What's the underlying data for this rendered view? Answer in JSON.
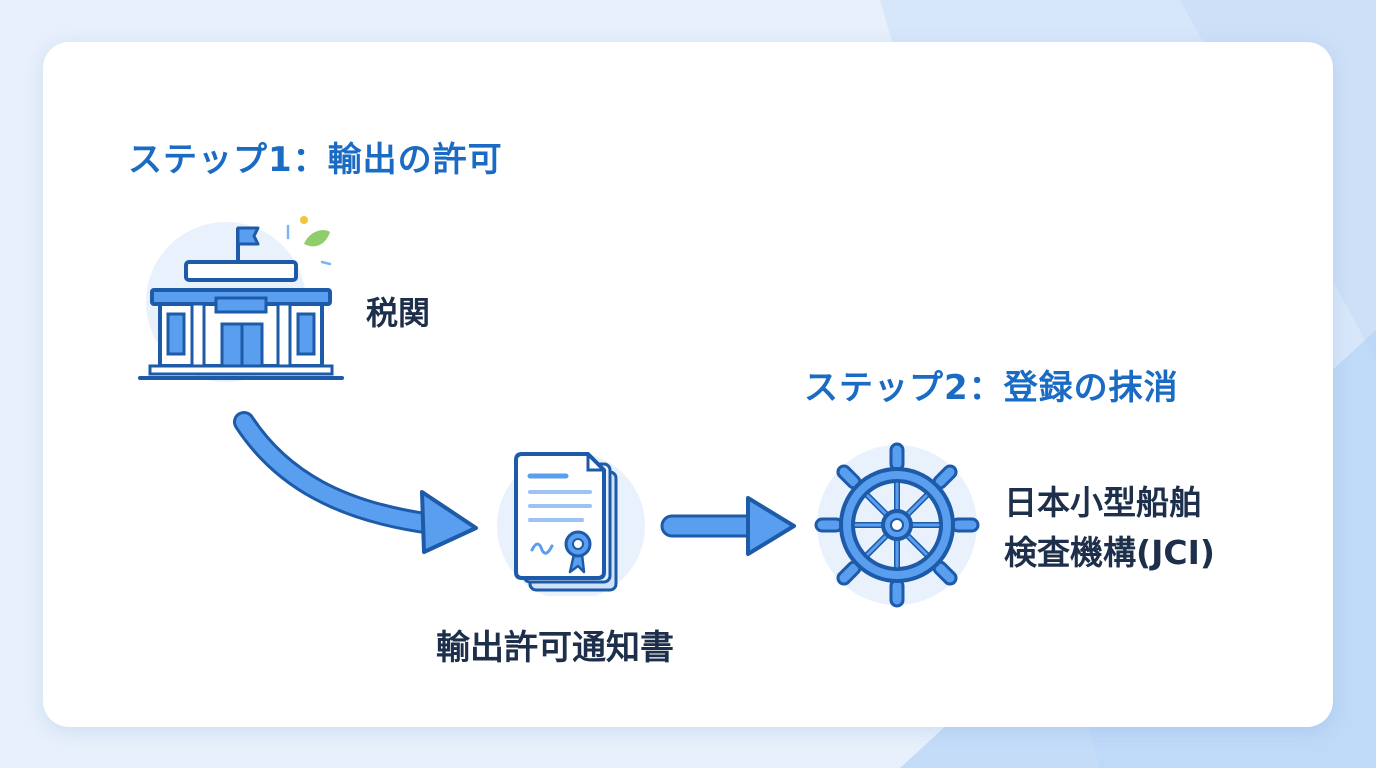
{
  "steps": {
    "step1_title": "ステップ1：輸出の許可",
    "step2_title": "ステップ2：登録の抹消"
  },
  "nodes": {
    "customs": {
      "label": "税関",
      "icon": "government-building-icon"
    },
    "permit_document": {
      "label": "輸出許可通知書",
      "icon": "certificate-document-icon"
    },
    "jci": {
      "label_line1": "日本小型船舶",
      "label_line2": "検査機構(JCI)",
      "icon": "ship-wheel-icon"
    }
  },
  "colors": {
    "step_title": "#1a6bc4",
    "label_text": "#1d2f4a",
    "accent": "#4a8ee6",
    "icon_fill": "#5a9ef0",
    "icon_stroke": "#1d5aa8",
    "icon_circle_bg": "#e8f1fc",
    "background": "#e7f0fb",
    "card": "#ffffff"
  }
}
